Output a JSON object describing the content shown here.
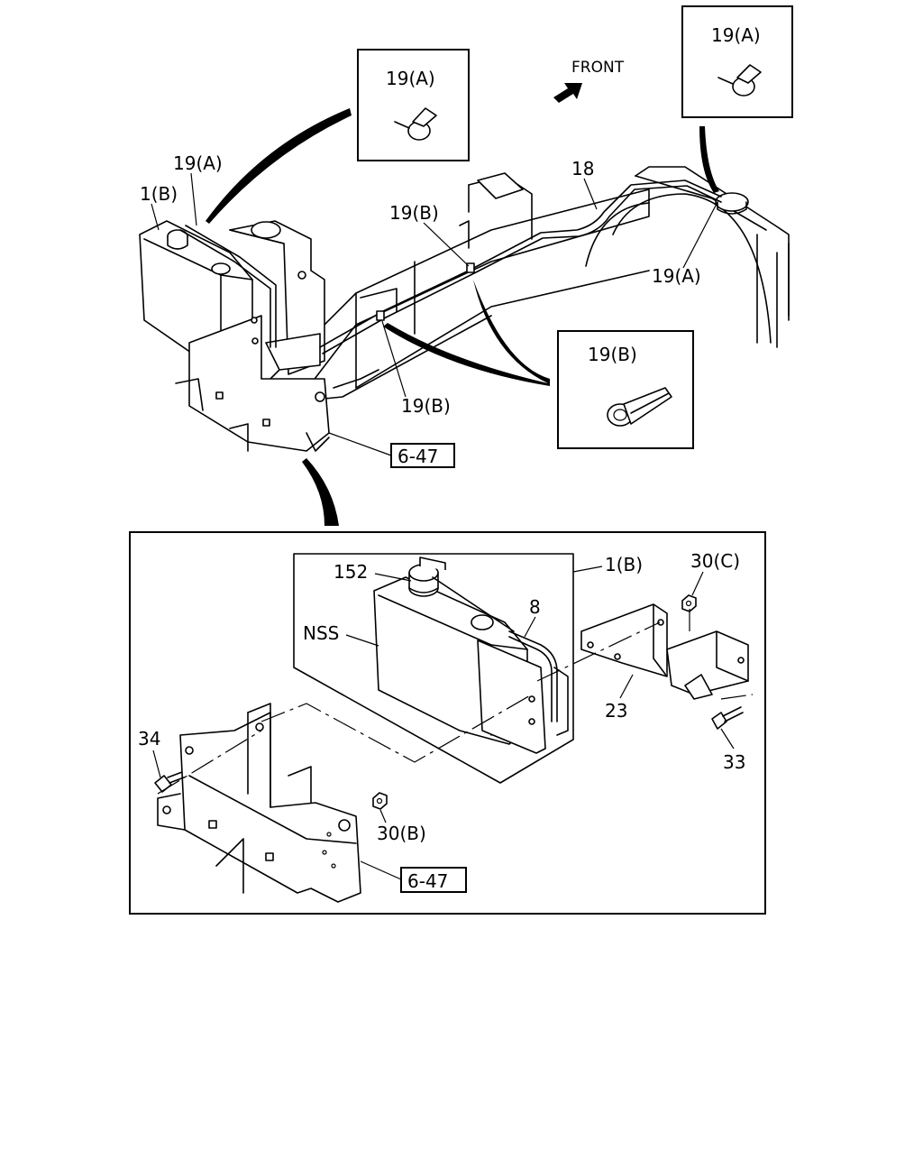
{
  "direction_label": "FRONT",
  "labels": {
    "hose_clip_a": "19(A)",
    "hose_clip_b": "19(B)",
    "tank_assembly": "1(B)",
    "hose": "18",
    "cap": "152",
    "hose_short": "8",
    "not_serviced": "NSS",
    "nut_c": "30(C)",
    "nut_b": "30(B)",
    "bracket": "23",
    "bolt_33": "33",
    "bolt_34": "34",
    "ref_page": "6-47"
  }
}
